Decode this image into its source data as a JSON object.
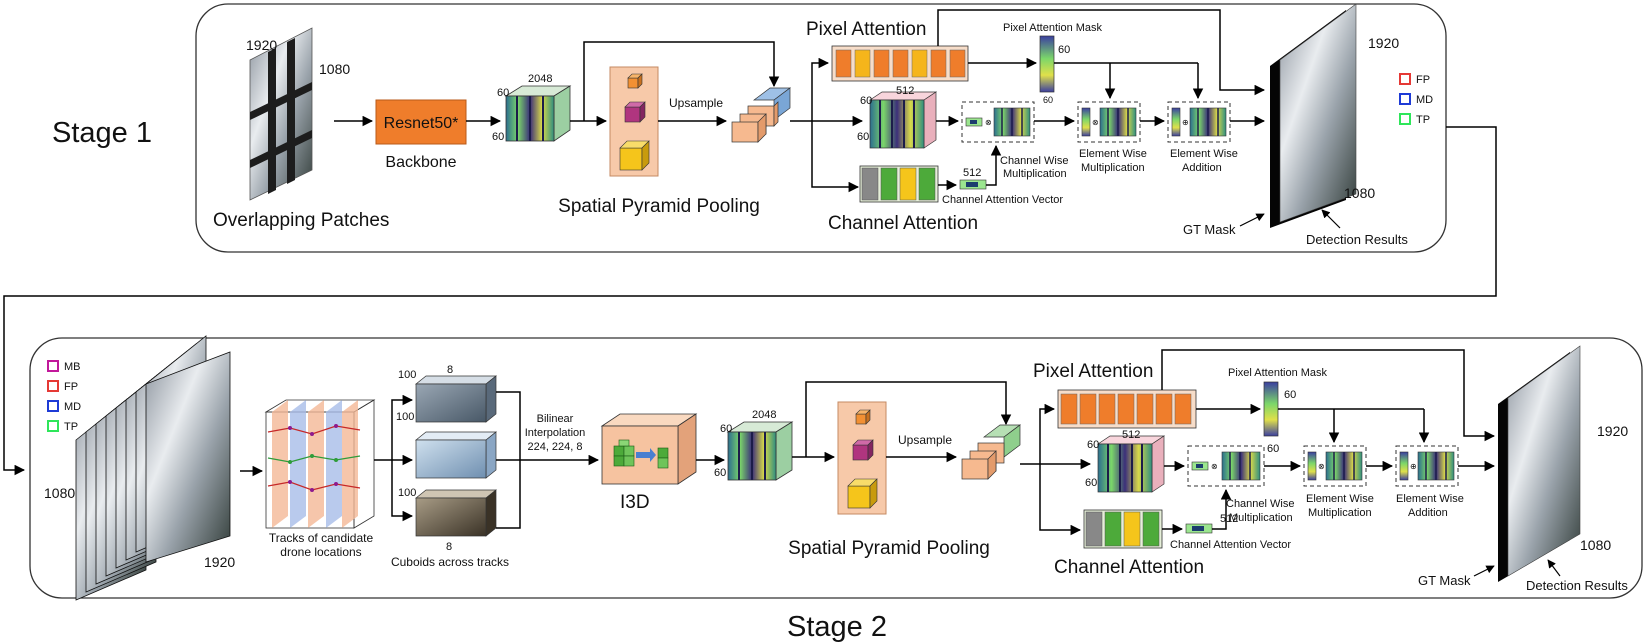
{
  "stages": {
    "stage1": "Stage 1",
    "stage2": "Stage 2"
  },
  "stage1": {
    "patch_width": "1920",
    "patch_height": "1080",
    "patches_label": "Overlapping Patches",
    "backbone_box": "Resnet50*",
    "backbone_label": "Backbone",
    "feat_c": "2048",
    "feat_h": "60",
    "feat_w": "60",
    "spp_label": "Spatial Pyramid Pooling",
    "upsample_label": "Upsample",
    "pixel_attention": "Pixel Attention",
    "pixel_mask": "Pixel Attention Mask",
    "mask_h": "60",
    "mask_w": "60",
    "ca_feat_h": "60",
    "ca_feat_w": "60",
    "ca_feat_c": "512",
    "vec_dim": "512",
    "channel_attention": "Channel Attention",
    "cav_label": "Channel Attention Vector",
    "cwm_line1": "Channel Wise",
    "cwm_line2": "Multiplication",
    "ewm_line1": "Element Wise",
    "ewm_line2": "Multiplication",
    "ewa_line1": "Element Wise",
    "ewa_line2": "Addition",
    "out_w": "1920",
    "out_h": "1080",
    "gt_mask": "GT Mask",
    "detection": "Detection Results",
    "legend": [
      {
        "label": "FP",
        "color": "#e53935"
      },
      {
        "label": "MD",
        "color": "#1e3bd6"
      },
      {
        "label": "TP",
        "color": "#2ee65a"
      }
    ]
  },
  "stage2": {
    "frames_h": "1080",
    "frames_w": "1920",
    "tracks_line1": "Tracks of candidate",
    "tracks_line2": "drone locations",
    "cub_t": "8",
    "cub_h": "100",
    "cub_w": "100",
    "cub_b_h": "100",
    "cub_b_t": "8",
    "cuboids_label": "Cuboids across tracks",
    "interp_line1": "Bilinear",
    "interp_line2": "Interpolation",
    "interp_line3": "224, 224, 8",
    "i3d": "I3D",
    "feat_c": "2048",
    "feat_h": "60",
    "feat_w": "60",
    "spp_label": "Spatial Pyramid Pooling",
    "upsample_label": "Upsample",
    "pixel_attention": "Pixel Attention",
    "pixel_mask": "Pixel Attention Mask",
    "mask_h": "60",
    "mask_w": "60",
    "ca_feat_h": "60",
    "ca_feat_w": "60",
    "ca_feat_c": "512",
    "vec_dim": "512",
    "channel_attention": "Channel Attention",
    "cav_label": "Channel Attention Vector",
    "cwm_line1": "Channel Wise",
    "cwm_line2": "Multiplication",
    "ewm_line1": "Element Wise",
    "ewm_line2": "Multiplication",
    "ewa_line1": "Element Wise",
    "ewa_line2": "Addition",
    "out_w": "1920",
    "out_h": "1080",
    "gt_mask": "GT Mask",
    "detection": "Detection Results",
    "legend": [
      {
        "label": "MB",
        "color": "#c2189b"
      },
      {
        "label": "FP",
        "color": "#e53935"
      },
      {
        "label": "MD",
        "color": "#1e3bd6"
      },
      {
        "label": "TP",
        "color": "#2ee65a"
      }
    ]
  }
}
